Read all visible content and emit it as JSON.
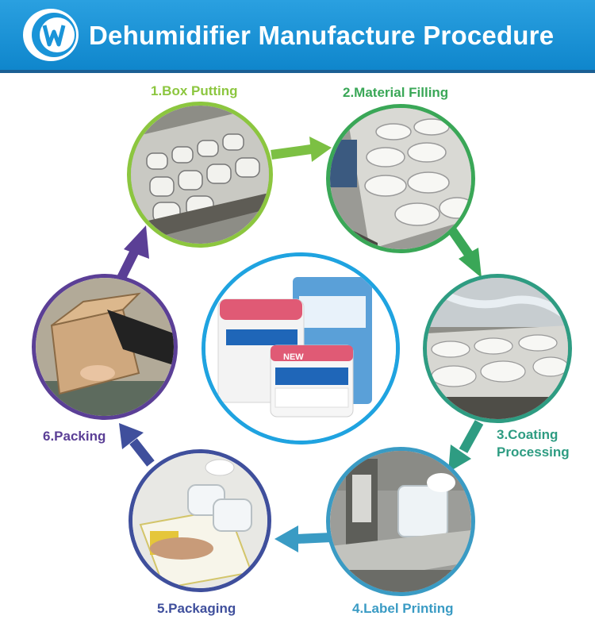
{
  "header": {
    "title": "Dehumidifier Manufacture Procedure",
    "logo_icon": "w-logo-icon",
    "background": "#1a94d8"
  },
  "steps": [
    {
      "label": "1.Box Putting",
      "color": "#8cc63f",
      "image": "box-putting-photo"
    },
    {
      "label": "2.Material Filling",
      "color": "#3aa757",
      "image": "material-filling-photo"
    },
    {
      "label_line1": "3.Coating",
      "label_line2": "Processing",
      "color": "#2e9c82",
      "image": "coating-processing-photo"
    },
    {
      "label": "4.Label Printing",
      "color": "#3a9bc4",
      "image": "label-printing-photo"
    },
    {
      "label": "5.Packaging",
      "color": "#3f4f9c",
      "image": "packaging-photo"
    },
    {
      "label": "6.Packing",
      "color": "#5b3f96",
      "image": "packing-photo"
    }
  ],
  "center": {
    "image": "dehumidifier-products-photo",
    "border_color": "#1fa3e0",
    "product_badge": "NEW"
  }
}
